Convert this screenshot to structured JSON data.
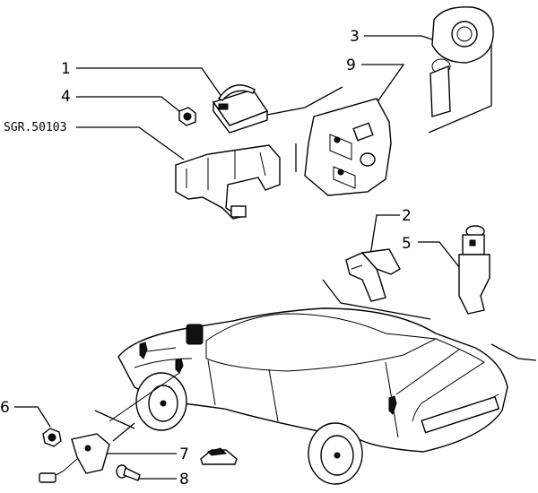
{
  "callouts": {
    "c1": "1",
    "c2": "2",
    "c3": "3",
    "c4": "4",
    "c5": "5",
    "c6": "6",
    "c7": "7",
    "c8": "8",
    "c9": "9"
  },
  "reference_code": "SGR.50103"
}
